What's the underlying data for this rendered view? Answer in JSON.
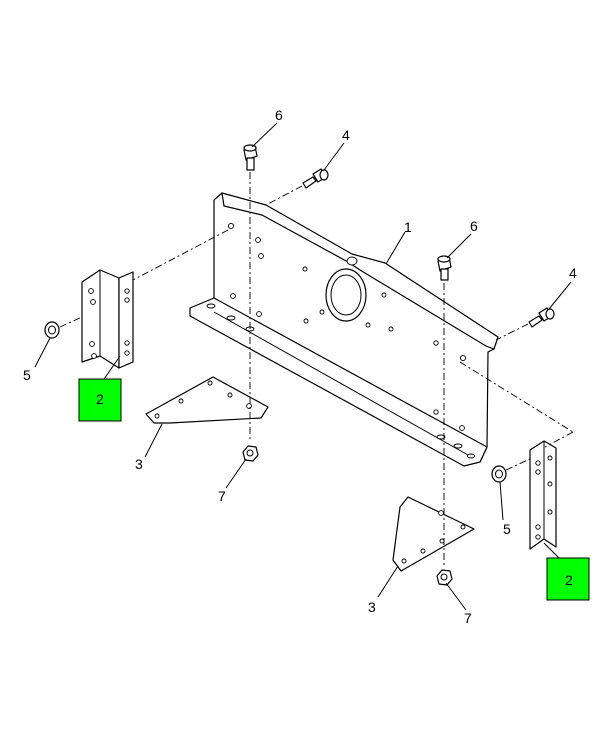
{
  "callouts": {
    "c1": "1",
    "c2_left": "2",
    "c2_right": "2",
    "c3_left": "3",
    "c3_right": "3",
    "c4_top": "4",
    "c4_right": "4",
    "c5_left": "5",
    "c5_right": "5",
    "c6_left": "6",
    "c6_right": "6",
    "c7_left": "7",
    "c7_right": "7"
  },
  "highlight_color": "#00ff00"
}
